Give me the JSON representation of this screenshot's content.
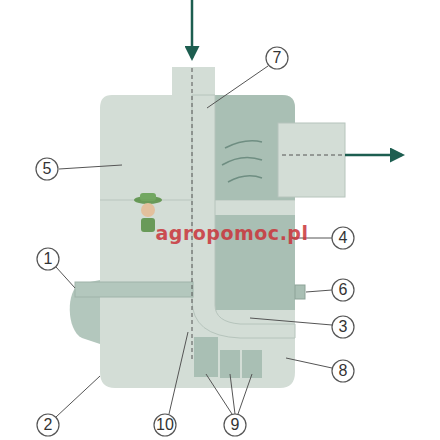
{
  "diagram": {
    "labels": [
      "1",
      "2",
      "3",
      "4",
      "5",
      "6",
      "7",
      "8",
      "9",
      "10",
      "agropomoc.pl"
    ]
  }
}
